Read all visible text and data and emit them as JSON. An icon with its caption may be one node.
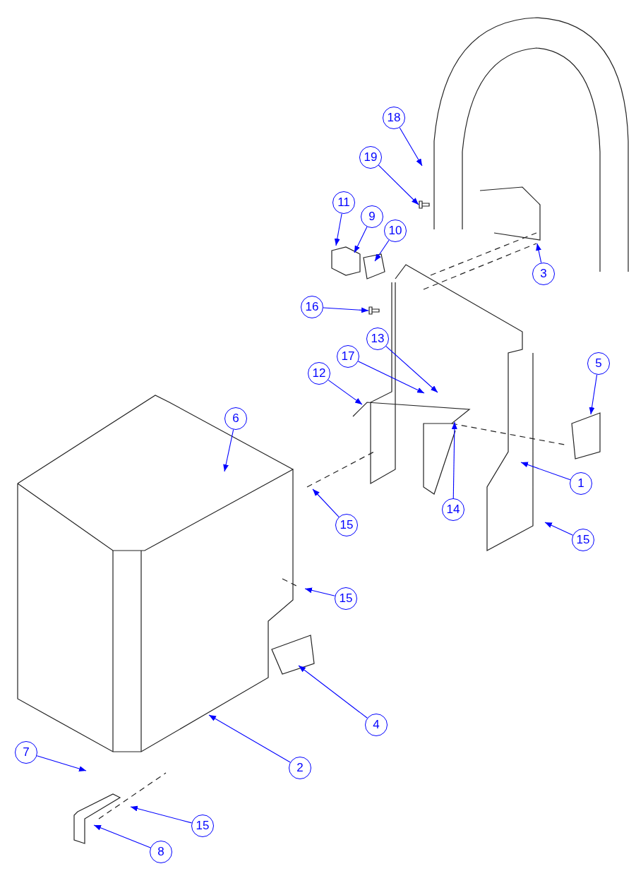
{
  "diagram": {
    "nodes": [
      {
        "text": [
          "18"
        ]
      },
      {
        "text": [
          "19"
        ]
      },
      {
        "text": [
          "11"
        ]
      },
      {
        "text": [
          "9"
        ]
      },
      {
        "text": [
          "10"
        ]
      },
      {
        "text": [
          "3"
        ]
      },
      {
        "text": [
          "16"
        ]
      },
      {
        "text": [
          "13"
        ]
      },
      {
        "text": [
          "17"
        ]
      },
      {
        "text": [
          "12"
        ]
      },
      {
        "text": [
          "5"
        ]
      },
      {
        "text": [
          "6"
        ]
      },
      {
        "text": [
          "1"
        ]
      },
      {
        "text": [
          "15"
        ]
      },
      {
        "text": [
          "14"
        ]
      },
      {
        "text": [
          "15"
        ]
      },
      {
        "text": [
          "15"
        ]
      },
      {
        "text": [
          "4"
        ]
      },
      {
        "text": [
          "7"
        ]
      },
      {
        "text": [
          "2"
        ]
      },
      {
        "text": [
          "15"
        ]
      },
      {
        "text": [
          "8"
        ]
      },
      {
        "text": [],
        "shape": "picture"
      },
      {
        "text": [],
        "shape": "picture"
      }
    ],
    "edges": [
      {
        "from": 0,
        "to": null,
        "arrow": "to"
      },
      {
        "from": 1,
        "to": 22,
        "arrow": "to"
      },
      {
        "from": 2,
        "to": null,
        "arrow": "to"
      },
      {
        "from": 3,
        "to": null,
        "arrow": "to"
      },
      {
        "from": 4,
        "to": null,
        "arrow": "to"
      },
      {
        "from": 5,
        "to": null,
        "arrow": "to"
      },
      {
        "from": 6,
        "to": 23,
        "arrow": "to"
      },
      {
        "from": 7,
        "to": null,
        "arrow": "to"
      },
      {
        "from": 8,
        "to": null,
        "arrow": "to"
      },
      {
        "from": 9,
        "to": null,
        "arrow": "to"
      },
      {
        "from": 10,
        "to": null,
        "arrow": "to"
      },
      {
        "from": 11,
        "to": null,
        "arrow": "to"
      },
      {
        "from": 12,
        "to": null,
        "arrow": "to"
      },
      {
        "from": 13,
        "to": null,
        "arrow": "to"
      },
      {
        "from": 14,
        "to": null,
        "arrow": "to"
      },
      {
        "from": 15,
        "to": null,
        "arrow": "to"
      },
      {
        "from": 16,
        "to": null,
        "arrow": "to"
      },
      {
        "from": 17,
        "to": null,
        "arrow": "to"
      },
      {
        "from": 18,
        "to": null,
        "arrow": "to"
      },
      {
        "from": 19,
        "to": null,
        "arrow": "to"
      },
      {
        "from": 20,
        "to": null,
        "arrow": "to"
      },
      {
        "from": 21,
        "to": null,
        "arrow": "to"
      }
    ]
  }
}
